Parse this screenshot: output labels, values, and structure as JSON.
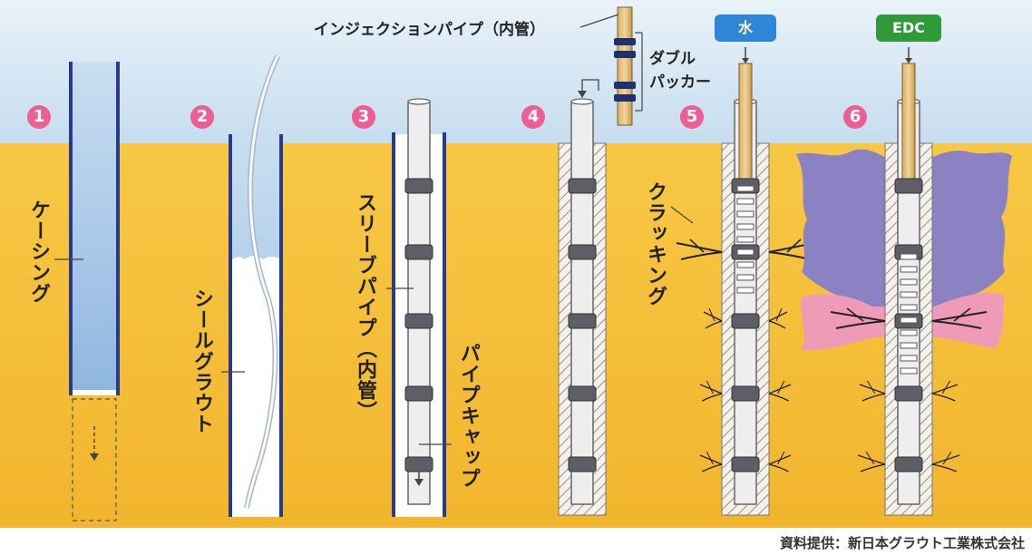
{
  "steps": [
    {
      "number": "1",
      "label": "ケーシング"
    },
    {
      "number": "2",
      "label": "シールグラウト"
    },
    {
      "number": "3",
      "label": "スリーブパイプ（内管）",
      "label2": "パイプキャップ"
    },
    {
      "number": "4"
    },
    {
      "number": "5",
      "label": "クラッキング",
      "tag": "水"
    },
    {
      "number": "6",
      "tag": "EDC"
    }
  ],
  "top_labels": {
    "injection_pipe": "インジェクションパイプ（内管）",
    "double_packer_1": "ダブル",
    "double_packer_2": "パッカー"
  },
  "credit": "資料提供：新日本グラウト工業株式会社",
  "colors": {
    "sky": "#cfe3f2",
    "ground": "#f6bf3c",
    "pipe_blue": "#9fc2e6",
    "casing": "#2a3a8a",
    "badge": "#ec5f93",
    "tag_water": "#2f86d6",
    "tag_edc": "#2f9a3a",
    "grout_purple": "#8b82c4",
    "grout_pink": "#ef9bb7"
  }
}
